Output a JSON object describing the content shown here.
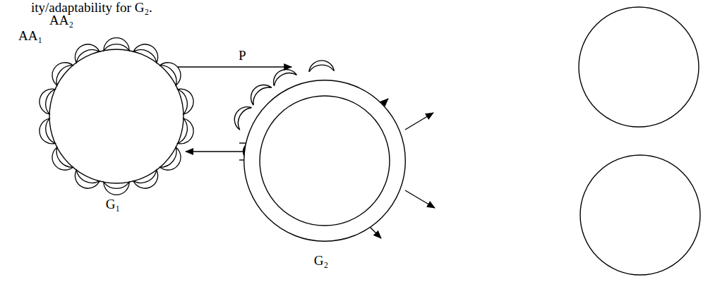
{
  "diagram": {
    "nodes": [
      {
        "text": [
          "G₁"
        ]
      },
      {
        "text": [
          "G₂"
        ]
      }
    ],
    "edges": [
      {
        "from": 0,
        "to": 1,
        "arrow": "to"
      },
      {
        "from": 1,
        "to": 0,
        "arrow": "to"
      }
    ],
    "labels": [
      "ity/adaptability for G₂.",
      "AA₁",
      "AA₂",
      "P"
    ]
  }
}
